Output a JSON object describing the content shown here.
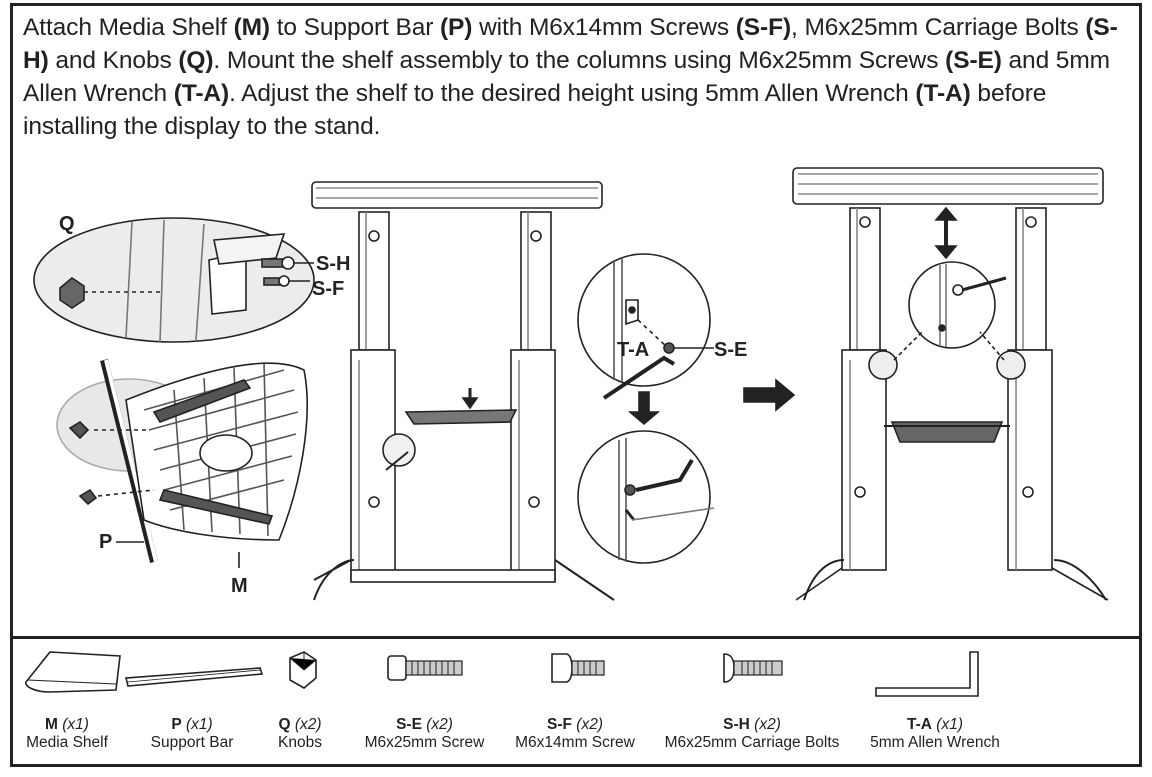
{
  "instructions": {
    "s1": "Attach Media Shelf ",
    "b1": "(M)",
    "s2": " to Support Bar ",
    "b2": "(P)",
    "s3": " with M6x14mm Screws ",
    "b3": "(S-F)",
    "s4": ", M6x25mm Carriage Bolts ",
    "b4": "(S-H)",
    "s5": " and Knobs ",
    "b5": "(Q)",
    "s6": ". Mount the shelf assembly to the columns using M6x25mm Screws ",
    "b6": "(S-E)",
    "s7": " and 5mm Allen Wrench ",
    "b7": "(T-A)",
    "s8": ". Adjust the shelf to the desired height using 5mm Allen Wrench ",
    "b8": "(T-A)",
    "s9": " before installing the display to the stand."
  },
  "callouts": {
    "q": "Q",
    "sh": "S-H",
    "sf": "S-F",
    "p": "P",
    "m": "M",
    "ta": "T-A",
    "se": "S-E"
  },
  "parts": [
    {
      "code": "M",
      "qty": "(x1)",
      "name": "Media Shelf",
      "icon": "media-shelf-icon"
    },
    {
      "code": "P",
      "qty": "(x1)",
      "name": "Support Bar",
      "icon": "support-bar-icon"
    },
    {
      "code": "Q",
      "qty": "(x2)",
      "name": "Knobs",
      "icon": "knob-icon"
    },
    {
      "code": "S-E",
      "qty": "(x2)",
      "name": "M6x25mm Screw",
      "icon": "screw-icon"
    },
    {
      "code": "S-F",
      "qty": "(x2)",
      "name": "M6x14mm Screw",
      "icon": "short-screw-icon"
    },
    {
      "code": "S-H",
      "qty": "(x2)",
      "name": "M6x25mm Carriage Bolts",
      "icon": "carriage-bolt-icon"
    },
    {
      "code": "T-A",
      "qty": "(x1)",
      "name": "5mm Allen Wrench",
      "icon": "allen-wrench-icon"
    }
  ]
}
